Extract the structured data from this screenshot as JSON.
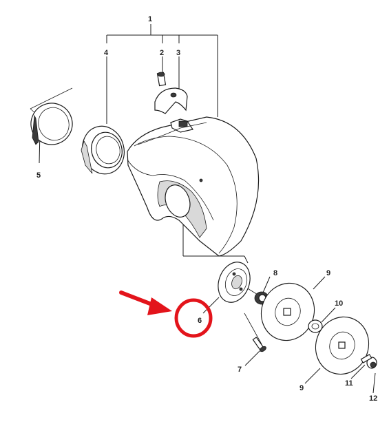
{
  "labels": {
    "p1": "1",
    "p2": "2",
    "p3": "3",
    "p4": "4",
    "p5": "5",
    "p6": "6",
    "p7": "7",
    "p8": "8",
    "p9a": "9",
    "p9b": "9",
    "p10": "10",
    "p11": "11",
    "p12": "12"
  },
  "highlight": {
    "target_part": "6",
    "circle_color": "#e3141b",
    "arrow_color": "#e3141b"
  }
}
